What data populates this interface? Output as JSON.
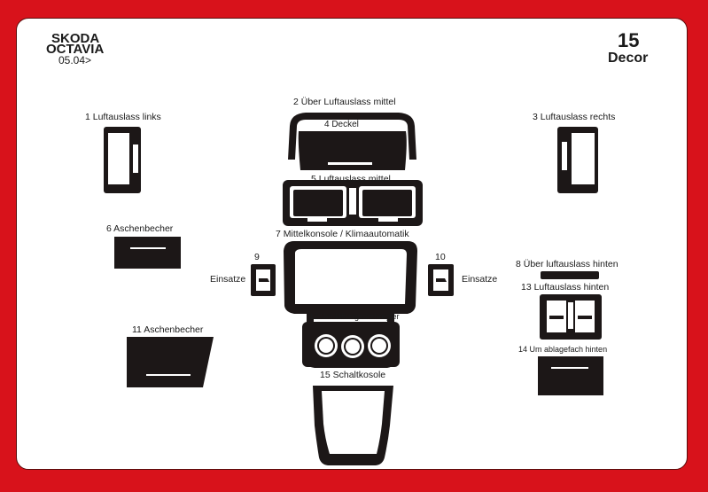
{
  "header": {
    "brand": "SKODA",
    "model": "OCTAVIA",
    "year": "05.04>",
    "set_number": "15",
    "set_type": "Decor"
  },
  "parts": {
    "p1": "1 Luftauslass links",
    "p2": "2 Über  Luftauslass mittel",
    "p3": "3 Luftauslass rechts",
    "p4": "4 Deckel",
    "p5": "5 Luftauslass mittel",
    "p6": "6 Aschenbecher",
    "p7": "7 Mittelkonsole / Klimaautomatik",
    "p8": "8  Über luftauslass hinten",
    "p9_num": "9",
    "p9_label": "Einsatze",
    "p10_num": "10",
    "p10_label": "Einsatze",
    "p11": "11 Aschenbecher",
    "p12": "12 Um lüftungsdrehregler",
    "p13": "13 Luftauslass hinten",
    "p14": "14  Um ablagefach hinten",
    "p15": "15 Schaltkosole"
  },
  "colors": {
    "frame": "#d8121b",
    "part_fill": "#1c1717",
    "background": "#ffffff"
  }
}
